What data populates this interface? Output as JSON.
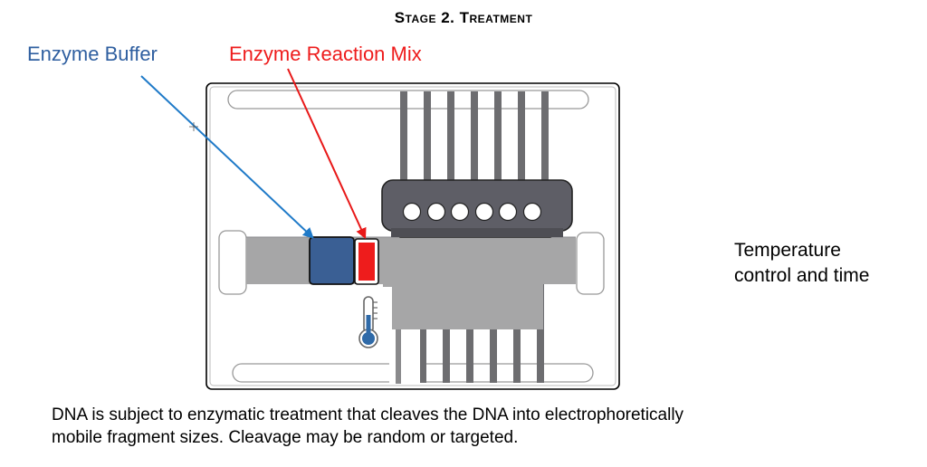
{
  "title": "Stage 2. Treatment",
  "labels": {
    "enzyme_buffer": "Enzyme Buffer",
    "enzyme_reaction_mix": "Enzyme Reaction Mix",
    "temperature_line1": "Temperature",
    "temperature_line2": "control and time"
  },
  "caption": {
    "line1": "DNA is subject to enzymatic treatment that cleaves the DNA into electrophoretically",
    "line2": "mobile fragment sizes. Cleavage may be random or targeted."
  },
  "colors": {
    "buffer_blue": "#3a5f94",
    "buffer_label": "#2f5fa0",
    "mix_red": "#ee1c1c",
    "arrow_blue": "#1f7ac8",
    "arrow_red": "#e81818",
    "channel_gray": "#a6a6a7",
    "lane_gray": "#6d6d70",
    "manifold_dark": "#5e5e66"
  },
  "icons": {
    "thermometer": "thermometer-icon",
    "sample_wells": 6
  }
}
